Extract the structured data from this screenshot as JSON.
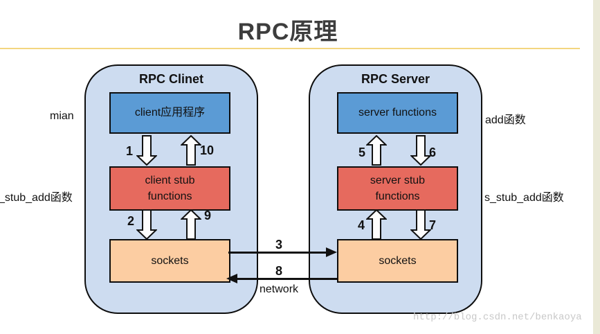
{
  "page": {
    "title": "RPC原理",
    "watermark": "http://blog.csdn.net/benkaoya"
  },
  "colors": {
    "panel_bg": "#cddcf0",
    "app_box": "#5b9bd5",
    "stub_box": "#e66a5e",
    "socket_box": "#fccda2",
    "title_rule": "#f3d67f",
    "title_text": "#3d3d3d",
    "edge_strip": "#eae9d7"
  },
  "client_panel": {
    "title": "RPC Clinet",
    "app_box": "client应用程序",
    "stub_line1": "client stub",
    "stub_line2": "functions",
    "socket_box": "sockets"
  },
  "server_panel": {
    "title": "RPC Server",
    "app_box": "server functions",
    "stub_line1": "server stub",
    "stub_line2": "functions",
    "socket_box": "sockets"
  },
  "arrows": {
    "step1": "1",
    "step2": "2",
    "step3": "3",
    "step4": "4",
    "step5": "5",
    "step6": "6",
    "step7": "7",
    "step8": "8",
    "step9": "9",
    "step10": "10",
    "network_label": "network"
  },
  "side_labels": {
    "client_app": "mian",
    "client_stub": "_stub_add函数",
    "server_app": "add函数",
    "server_stub": "s_stub_add函数"
  }
}
